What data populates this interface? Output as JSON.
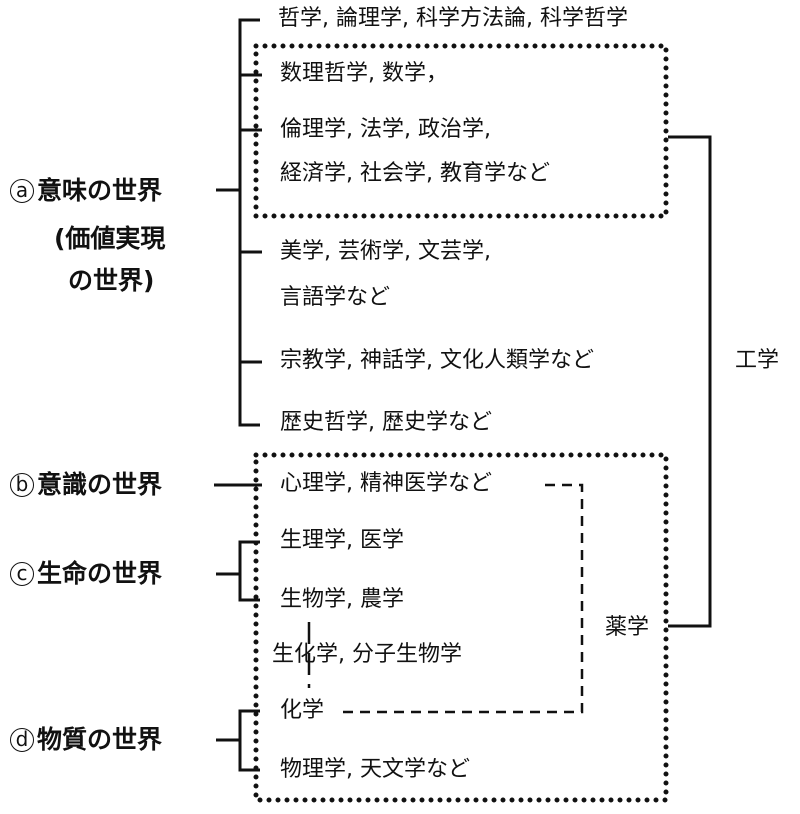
{
  "categories": {
    "a": {
      "badge": "a",
      "label": "意味の世界",
      "sub1": "(価値実現",
      "sub2": "の世界)"
    },
    "b": {
      "badge": "b",
      "label": "意識の世界"
    },
    "c": {
      "badge": "c",
      "label": "生命の世界"
    },
    "d": {
      "badge": "d",
      "label": "物質の世界"
    }
  },
  "items": {
    "philosophy": "哲学, 論理学, 科学方法論, 科学哲学",
    "math": "数理哲学, 数学，",
    "ethics_1": "倫理学, 法学, 政治学,",
    "ethics_2": "経済学, 社会学, 教育学など",
    "aesthetics_1": "美学, 芸術学, 文芸学,",
    "aesthetics_2": "言語学など",
    "religion": "宗教学, 神話学, 文化人類学など",
    "history": "歴史哲学, 歴史学など",
    "psychology": "心理学, 精神医学など",
    "physiology": "生理学, 医学",
    "biology": "生物学, 農学",
    "biochem": "生化学, 分子生物学",
    "chemistry": "化学",
    "physics": "物理学, 天文学など"
  },
  "side_labels": {
    "engineering": "工学",
    "pharmacy": "薬学"
  }
}
